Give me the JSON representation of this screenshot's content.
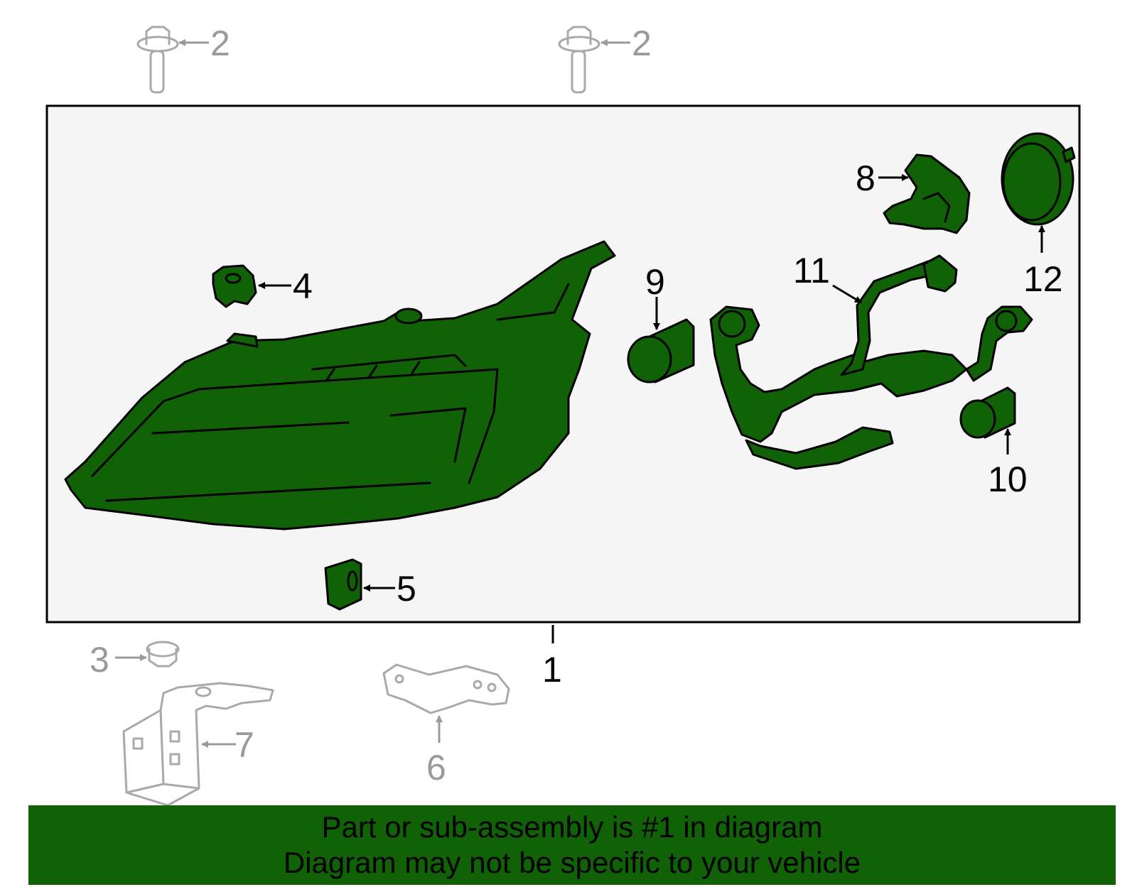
{
  "callouts": {
    "c1": "1",
    "c2a": "2",
    "c2b": "2",
    "c3": "3",
    "c4": "4",
    "c5": "5",
    "c6": "6",
    "c7": "7",
    "c8": "8",
    "c9": "9",
    "c10": "10",
    "c11": "11",
    "c12": "12"
  },
  "banner": {
    "line1": "Part or sub-assembly is #1 in diagram",
    "line2": "Diagram may not be specific to your vehicle"
  },
  "colors": {
    "highlight": "#116207",
    "box_fill": "#f5f5f5",
    "unhighlighted": "#a9a9a9"
  }
}
